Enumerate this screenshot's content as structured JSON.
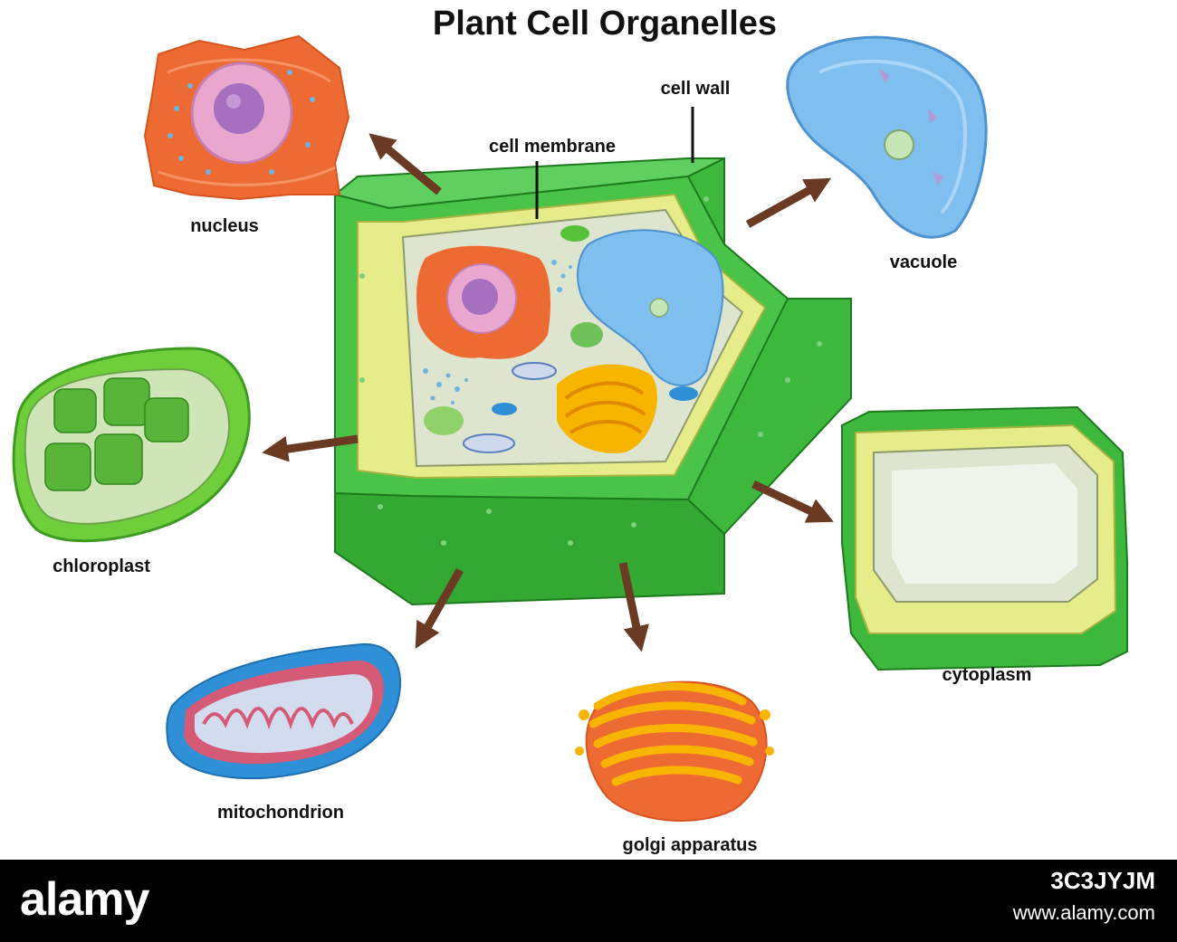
{
  "title": "Plant Cell Organelles",
  "labels": {
    "cell_wall": "cell wall",
    "cell_membrane": "cell membrane",
    "nucleus": "nucleus",
    "vacuole": "vacuole",
    "chloroplast": "chloroplast",
    "mitochondrion": "mitochondrion",
    "golgi": "golgi apparatus",
    "cytoplasm": "cytoplasm"
  },
  "footer": {
    "brand": "alamy",
    "image_id": "3C3JYJM",
    "url": "www.alamy.com"
  },
  "colors": {
    "wall_green": "#3fbf3f",
    "wall_light": "#e6ec8a",
    "cytoplasm": "#dde5cf",
    "nucleus_orange": "#ee6a33",
    "nucleolus": "#b57fc0",
    "vacuole_blue": "#7fbfef",
    "mito_blue": "#2f8fd7",
    "golgi_yellow": "#f7b500",
    "arrow_brown": "#6b3a22"
  }
}
